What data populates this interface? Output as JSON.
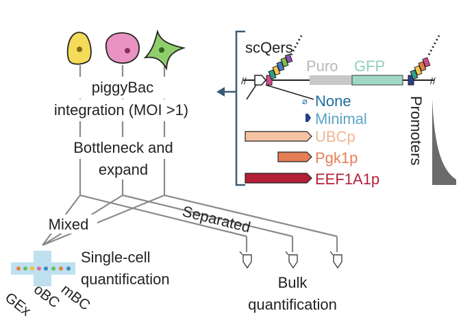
{
  "left": {
    "integration_line1": "piggyBac",
    "integration_line2": "integration (MOI >1)",
    "bottleneck_line1": "Bottleneck and",
    "bottleneck_line2": "expand",
    "mixed": "Mixed",
    "separated": "Separated",
    "single_cell_line1": "Single-cell",
    "single_cell_line2": "quantification",
    "bulk_line1": "Bulk",
    "bulk_line2": "quantification",
    "chip_labels": [
      "GEx",
      "oBC",
      "mBC"
    ]
  },
  "construct": {
    "title": "scQers",
    "puro": "Puro",
    "gfp": "GFP",
    "promoters_label": "Promoters",
    "promoters": [
      {
        "name": "None",
        "symbol": "⌀",
        "color": "#1f6e9e"
      },
      {
        "name": "Minimal",
        "color": "#5aa3c6"
      },
      {
        "name": "UBCp",
        "color": "#f6c3a4"
      },
      {
        "name": "Pgk1p",
        "color": "#e47e57"
      },
      {
        "name": "EEF1A1p",
        "color": "#b21f36"
      }
    ]
  },
  "colors": {
    "cell_yellow": "#f4dc5a",
    "cell_pink": "#e893c1",
    "cell_green": "#8fcf6b",
    "puro_bar": "#c8c8c8",
    "gfp_bar": "#9fd9c3",
    "line_gray": "#8a8a8a",
    "bracket_blue": "#3d5a73"
  }
}
